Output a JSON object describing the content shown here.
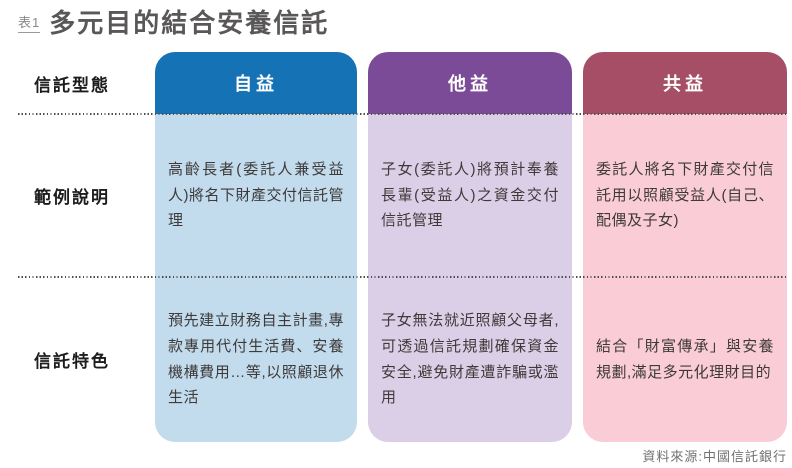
{
  "title": {
    "tag": "表1",
    "text": "多元目的結合安養信託"
  },
  "table": {
    "type_header": "信託型態",
    "row_labels": {
      "example": "範例說明",
      "feature": "信託特色"
    },
    "columns": [
      {
        "header": "自益",
        "header_color": "#1573b5",
        "body_color": "#c2dcee",
        "example": "高齡長者(委託人兼受益人)將名下財產交付信託管理",
        "feature": "預先建立財務自主計畫,專款專用代付生活費、安養機構費用…等,以照顧退休生活"
      },
      {
        "header": "他益",
        "header_color": "#7c4b97",
        "body_color": "#dbcfe7",
        "example": "子女(委託人)將預計奉養長輩(受益人)之資金交付信託管理",
        "feature": "子女無法就近照顧父母者,可透過信託規劃確保資金安全,避免財產遭詐騙或濫用"
      },
      {
        "header": "共益",
        "header_color": "#a54e66",
        "body_color": "#f9ccd6",
        "example": "委託人將名下財產交付信託用以照顧受益人(自己、配偶及子女)",
        "feature": "結合「財富傳承」與安養規劃,滿足多元化理財目的"
      }
    ]
  },
  "source": "資料來源:中國信託銀行",
  "chart_data": {
    "type": "table",
    "title": "多元目的結合安養信託",
    "columns": [
      "信託型態",
      "自益",
      "他益",
      "共益"
    ],
    "rows": [
      [
        "範例說明",
        "高齡長者(委託人兼受益人)將名下財產交付信託管理",
        "子女(委託人)將預計奉養長輩(受益人)之資金交付信託管理",
        "委託人將名下財產交付信託用以照顧受益人(自己、配偶及子女)"
      ],
      [
        "信託特色",
        "預先建立財務自主計畫,專款專用代付生活費、安養機構費用…等,以照顧退休生活",
        "子女無法就近照顧父母者,可透過信託規劃確保資金安全,避免財產遭詐騙或濫用",
        "結合「財富傳承」與安養規劃,滿足多元化理財目的"
      ]
    ],
    "column_colors": {
      "自益": "#1573b5",
      "他益": "#7c4b97",
      "共益": "#a54e66"
    },
    "source": "資料來源:中國信託銀行"
  }
}
